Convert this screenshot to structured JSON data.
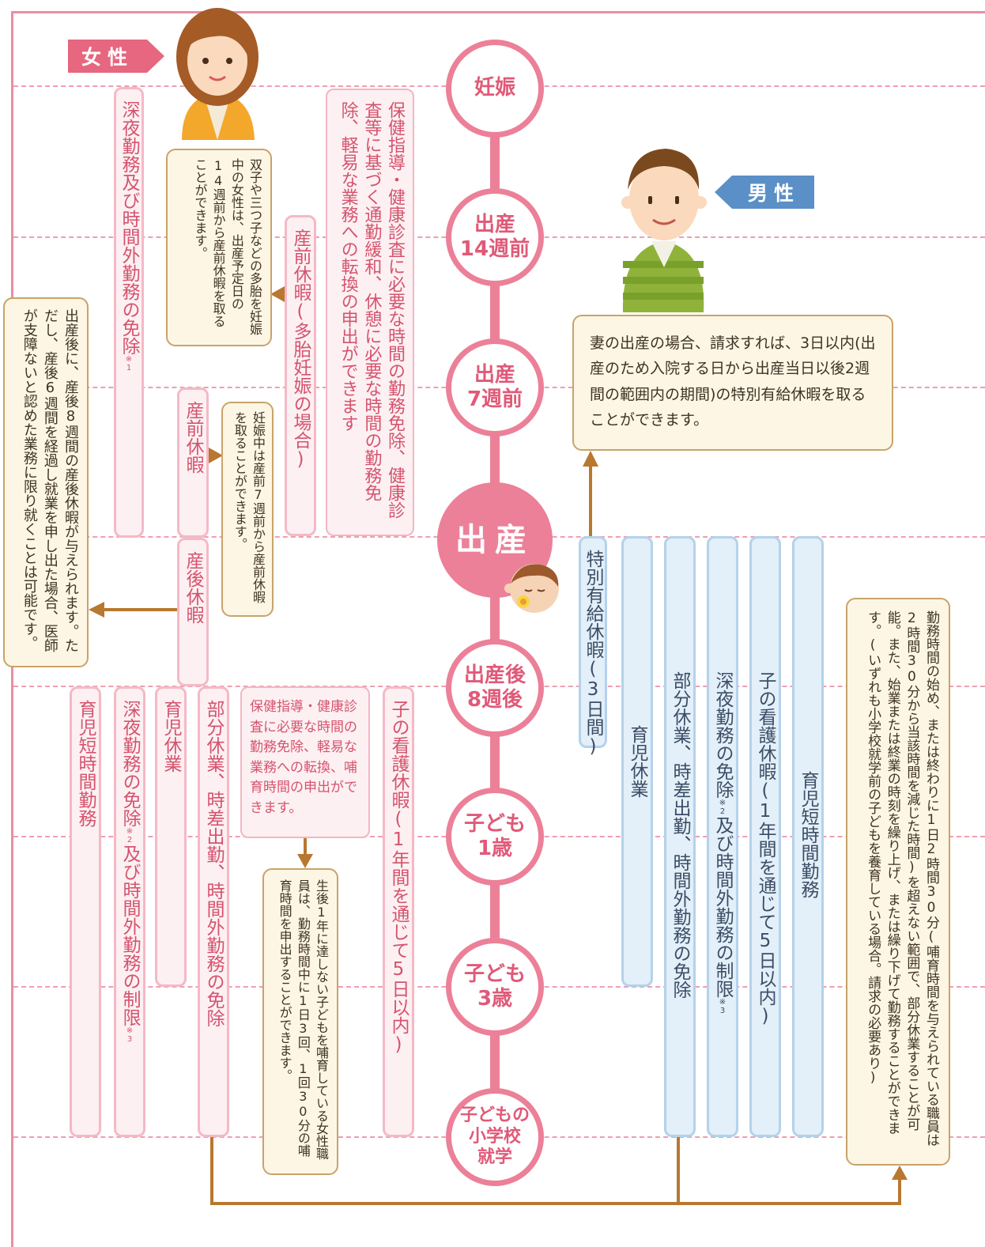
{
  "labels": {
    "female": "女性",
    "male": "男性"
  },
  "colors": {
    "pink": "#ec8098",
    "blue": "#5b8fc7",
    "brown": "#b87830",
    "note_bg": "#fdf6e4"
  },
  "timeline": [
    {
      "label": "妊娠"
    },
    {
      "label": "出産\n14週前"
    },
    {
      "label": "出産\n7週前"
    },
    {
      "label": "出産"
    },
    {
      "label": "出産後\n8週後"
    },
    {
      "label": "子ども\n1歳"
    },
    {
      "label": "子ども\n3歳"
    },
    {
      "label": "子どもの\n小学校\n就学"
    }
  ],
  "female": {
    "late_night_exemption_top": {
      "text": "深夜勤務及び時間外勤務の免除",
      "note_mark": "※1"
    },
    "health_guidance": "保健指導・健康診査に必要な時間の勤務免除、健康診査等に基づく通勤緩和、休憩に必要な時間の勤務免除、軽易な業務への転換の申出ができます",
    "prenatal_leave_multiple": "産前休暇(多胎妊娠の場合)",
    "multiple_note": "双子や三つ子などの多胎を妊娠中の女性は、出産予定日の14週前から産前休暇を取ることができます。",
    "prenatal_leave": "産前休暇",
    "prenatal_note": "妊娠中は産前7週前から産前休暇を取ることができます。",
    "postnatal_leave": "産後休暇",
    "postnatal_note": "出産後に、産後8週間の産後休暇が与えられます。ただし、産後6週間を経過し就業を申し出た場合、医師が支障ないと認めた業務に限り就くことは可能です。",
    "short_hours": "育児短時間勤務",
    "late_night_exemption": {
      "text": "深夜勤務の免除",
      "note_mark": "※2",
      "text2": "及び時間外勤務の制限",
      "note_mark2": "※3"
    },
    "childcare_leave": "育児休業",
    "partial_leave": "部分休業、時差出勤、時間外勤務の免除",
    "health_guidance_after": "保健指導・健康診査に必要な時間の勤務免除、軽易な業務への転換、哺育時間の申出ができます。",
    "nursing_note": "生後1年に達しない子どもを哺育している女性職員は、勤務時間中に1日3回、1回30分の哺育時間を申出することができます。",
    "child_care_days": "子の看護休暇(1年間を通じて5日以内)"
  },
  "male": {
    "special_leave_note": "妻の出産の場合、請求すれば、3日以内(出産のため入院する日から出産当日以後2週間の範囲内の期間)の特別有給休暇を取ることができます。",
    "special_leave": "特別有給休暇(3日間)",
    "childcare_leave": "育児休業",
    "partial_leave": "部分休業、時差出勤、時間外勤務の免除",
    "late_night_exemption": {
      "text": "深夜勤務の免除",
      "note_mark": "※2",
      "text2": "及び時間外勤務の制限",
      "note_mark2": "※3"
    },
    "child_care_days": "子の看護休暇(1年間を通じて5日以内)",
    "short_hours": "育児短時間勤務",
    "short_hours_note": "勤務時間の始め、または終わりに1日2時間30分(哺育時間を与えられている職員は2時間30分から当該時間を減じた時間)を超えない範囲で、部分休業することが可能。また、始業または終業の時刻を繰り上げ、または繰り下げて勤務することができます。(いずれも小学校就学前の子どもを養育している場合。請求の必要あり)"
  }
}
